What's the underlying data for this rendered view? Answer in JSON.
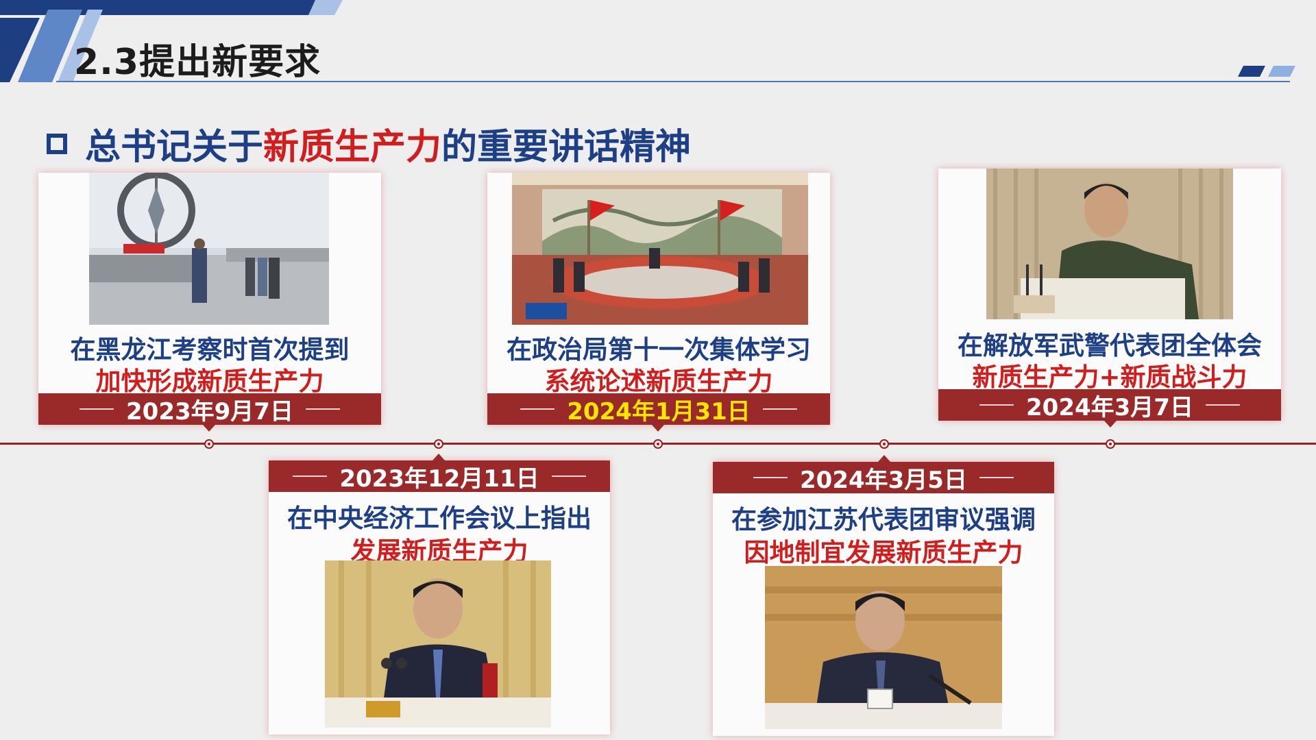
{
  "header": {
    "title": "2.3提出新要求"
  },
  "subtitle": {
    "prefix": "总书记关于",
    "highlight": "新质生产力",
    "suffix": "的重要讲话精神"
  },
  "colors": {
    "navy": "#1c3f86",
    "red": "#d21d1d",
    "dark_red": "#9a2a2a",
    "gold": "#ffe600"
  },
  "events": {
    "e1": {
      "line1": "在黑龙江考察时首次提到",
      "line2": "加快形成新质生产力",
      "date": "2023年9月7日",
      "photo_icon": "scene-photo-icon"
    },
    "e2": {
      "line1": "在政治局第十一次集体学习",
      "line2": "系统论述新质生产力",
      "date": "2024年1月31日",
      "photo_icon": "meeting-photo-icon"
    },
    "e3": {
      "line1": "在解放军武警代表团全体会",
      "line2": "新质生产力+新质战斗力",
      "date": "2024年3月7日",
      "photo_icon": "speaker-photo-icon"
    },
    "e4": {
      "line1": "在中央经济工作会议上指出",
      "line2": "发展新质生产力",
      "date": "2023年12月11日",
      "photo_icon": "speaker-photo-icon"
    },
    "e5": {
      "line1": "在参加江苏代表团审议强调",
      "line2": "因地制宜发展新质生产力",
      "date": "2024年3月5日",
      "photo_icon": "speaker-photo-icon"
    }
  }
}
